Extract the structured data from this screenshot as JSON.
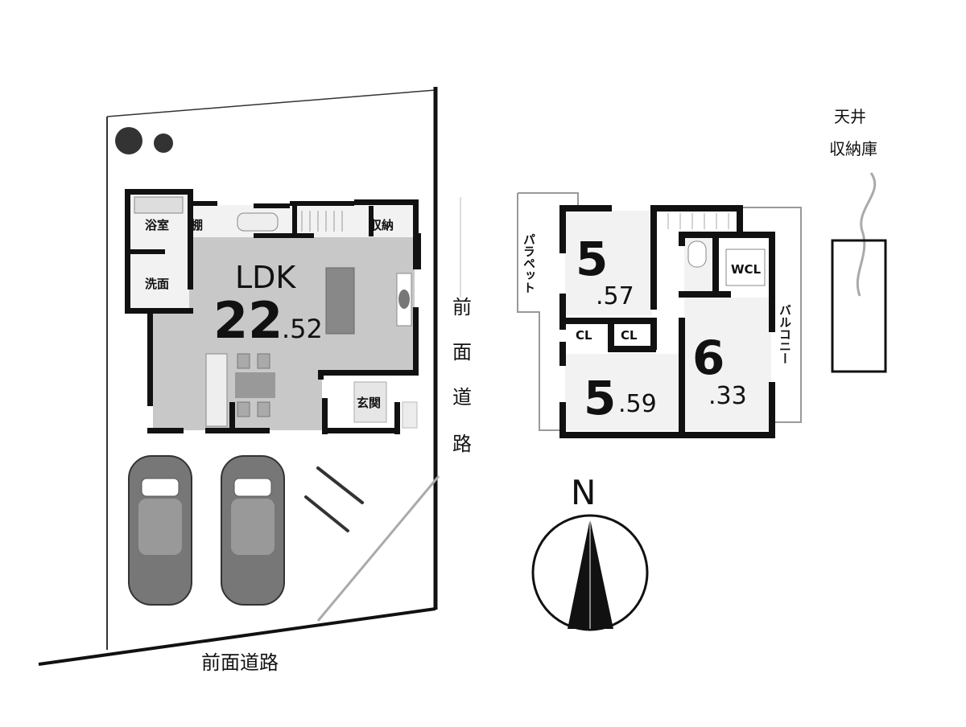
{
  "site": {
    "road_east_chars": [
      "前",
      "面",
      "道",
      "路"
    ],
    "road_south": "前面道路"
  },
  "first_floor": {
    "bath": "浴室",
    "shelf": "棚",
    "storage": "収納",
    "washroom": "洗面",
    "ldk_label": "LDK",
    "ldk_size_int": "22",
    "ldk_size_dec": ".52",
    "entrance": "玄関"
  },
  "second_floor": {
    "parapet": "パラペット",
    "room1_int": "5",
    "room1_dec": ".57",
    "closet1": "CL",
    "closet2": "CL",
    "room2_int": "5",
    "room2_dec": ".59",
    "room3_int": "6",
    "room3_dec": ".33",
    "wcl": "WCL",
    "balcony": "バルコニー"
  },
  "compass": {
    "north": "N"
  },
  "attic": {
    "line1": "天井",
    "line2": "収納庫"
  }
}
